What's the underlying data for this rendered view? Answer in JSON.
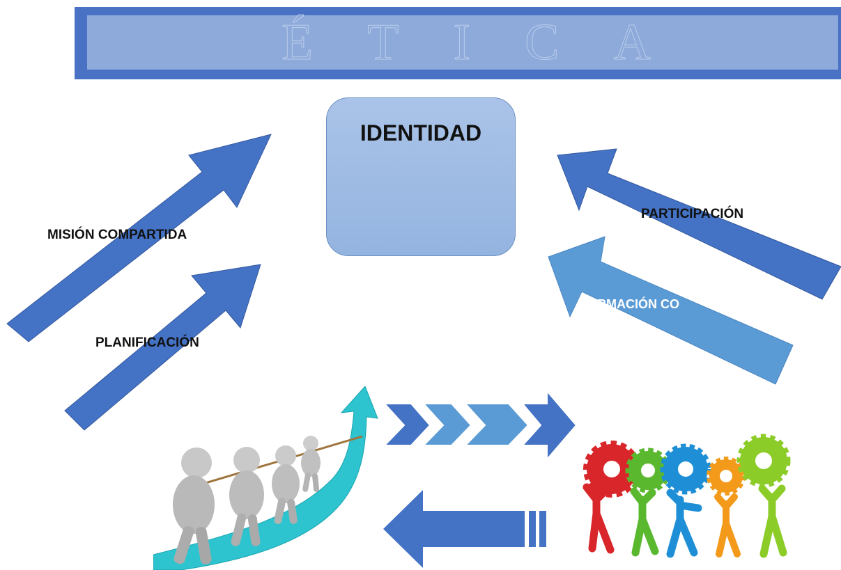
{
  "banner": {
    "letters": [
      "É",
      "T",
      "I",
      "C",
      "A"
    ]
  },
  "identity": {
    "title": "IDENTIDAD"
  },
  "labels": {
    "mision": "MISIÓN COMPARTIDA",
    "planificacion": "PLANIFICACIÓN",
    "participacion": "PARTICIPACIÓN",
    "formacion": "FORMACIÓN CO"
  },
  "colors": {
    "banner_border": "#4a72c4",
    "banner_fill": "#8eaadb",
    "arrow_dark": "#4472c4",
    "arrow_light": "#5b9bd5"
  },
  "images": {
    "left": "people-pulling-rope-on-rising-arrow",
    "right": "people-carrying-gears"
  }
}
